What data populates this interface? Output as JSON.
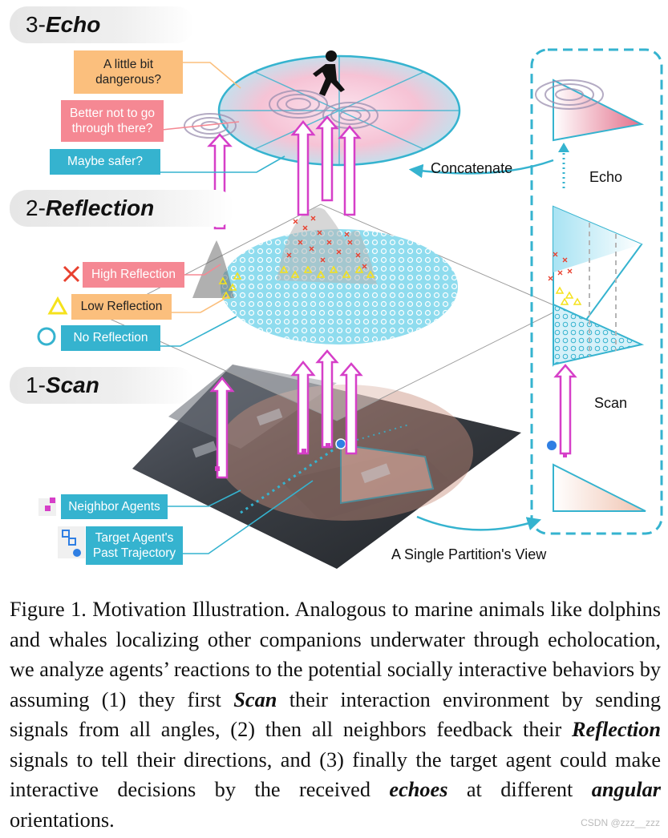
{
  "stages": {
    "echo": {
      "num": "3-",
      "word": "Echo"
    },
    "reflection": {
      "num": "2-",
      "word": "Reflection"
    },
    "scan": {
      "num": "1-",
      "word": "Scan"
    }
  },
  "echo_labels": {
    "dangerous": "A little bit dangerous?",
    "better_not": "Better not to go through there?",
    "safer": "Maybe safer?"
  },
  "legend_reflection": {
    "high": "High Reflection",
    "low": "Low Reflection",
    "none": "No Reflection"
  },
  "legend_scan": {
    "neighbor": "Neighbor Agents",
    "target": "Target Agent's Past Trajectory"
  },
  "panel": {
    "concatenate": "Concatenate",
    "echo": "Echo",
    "scan": "Scan",
    "view": "A Single Partition's View"
  },
  "caption": {
    "p1": "Figure 1. Motivation Illustration. Analogous to marine animals like dolphins and whales localizing other companions underwater through echolocation, we analyze agents’ reactions to the potential socially interactive behaviors by assuming (1) they first ",
    "scan": "Scan",
    "p2": " their interaction environment by sending signals from all angles, (2) then all neighbors feedback their ",
    "reflection": "Reflection",
    "p3": " signals to tell their directions, and (3) finally the target agent could make interactive decisions by the received ",
    "echoes": "echoes",
    "p4": " at different ",
    "angular": "angular",
    "p5": " orientations."
  },
  "watermark": "CSDN @zzz__zzz",
  "colors": {
    "teal": "#35b3cf",
    "pink": "#f58893",
    "orange": "#fbbf7d",
    "magenta": "#d63fc8",
    "cyan_fill": "#8fdcee",
    "red_mark": "#e8402f",
    "yellow_mark": "#f5e21c"
  }
}
